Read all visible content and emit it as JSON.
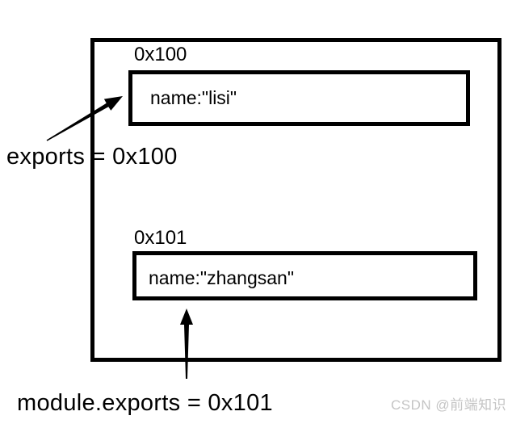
{
  "labels": {
    "exports": "exports = 0x100",
    "module_exports": "module.exports = 0x101"
  },
  "top_cell": {
    "address": "0x100",
    "value": "name:\"lisi\""
  },
  "bottom_cell": {
    "address": "0x101",
    "value": "name:\"zhangsan\""
  },
  "watermark": {
    "text": "CSDN @前端知识"
  },
  "icons": {
    "exports_arrow": "diagonal-arrow-up-right",
    "module_exports_arrow": "vertical-arrow-up"
  },
  "colors": {
    "line": "#000000",
    "text": "#000000",
    "watermark": "#c4c4c4",
    "background": "#ffffff"
  }
}
